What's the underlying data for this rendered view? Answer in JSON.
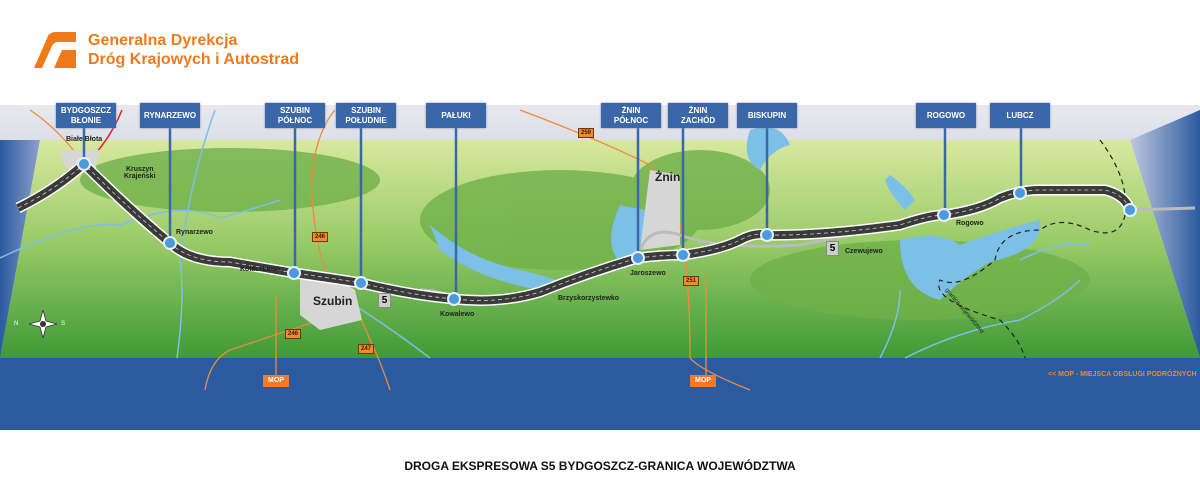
{
  "logo": {
    "line1": "Generalna Dyrekcja",
    "line2": "Dróg Krajowych i Autostrad",
    "icon": "gddkia-logo-icon"
  },
  "junctions": [
    {
      "label": "BYDGOSZCZ\nBŁONIE"
    },
    {
      "label": "RYNARZEWO"
    },
    {
      "label": "SZUBIN\nPÓŁNOC"
    },
    {
      "label": "SZUBIN\nPOŁUDNIE"
    },
    {
      "label": "PAŁUKI"
    },
    {
      "label": "ŻNIN\nPÓŁNOC"
    },
    {
      "label": "ŻNIN\nZACHÓD"
    },
    {
      "label": "BISKUPIN"
    },
    {
      "label": "ROGOWO"
    },
    {
      "label": "LUBCZ"
    }
  ],
  "towns": [
    "Białe Błota",
    "Kruszyn\nKrajeński",
    "Rynarzewo",
    "Kołaczkowo",
    "Szubin",
    "Kowalewo",
    "Brzyskorzystewko",
    "Żnin",
    "Jaroszewo",
    "Czewujewo",
    "Rogowo"
  ],
  "road_numbers": [
    "259",
    "246",
    "246",
    "247",
    "251"
  ],
  "expressway_number": "5",
  "mop_labels": [
    "MOP",
    "MOP"
  ],
  "compass": {
    "n": "N",
    "s": "S"
  },
  "boundary_label": "granica województwa",
  "legend": "<< MOP - MIEJSCA OBSŁUGI PODRÓŻNYCH",
  "caption": "DROGA EKSPRESOWA S5 BYDGOSZCZ-GRANICA WOJEWÓDZTWA",
  "colors": {
    "brand": "#f07a1a",
    "label_bg": "#3a67a8",
    "water": "#7cc0e8",
    "base": "#2a5aa0"
  }
}
